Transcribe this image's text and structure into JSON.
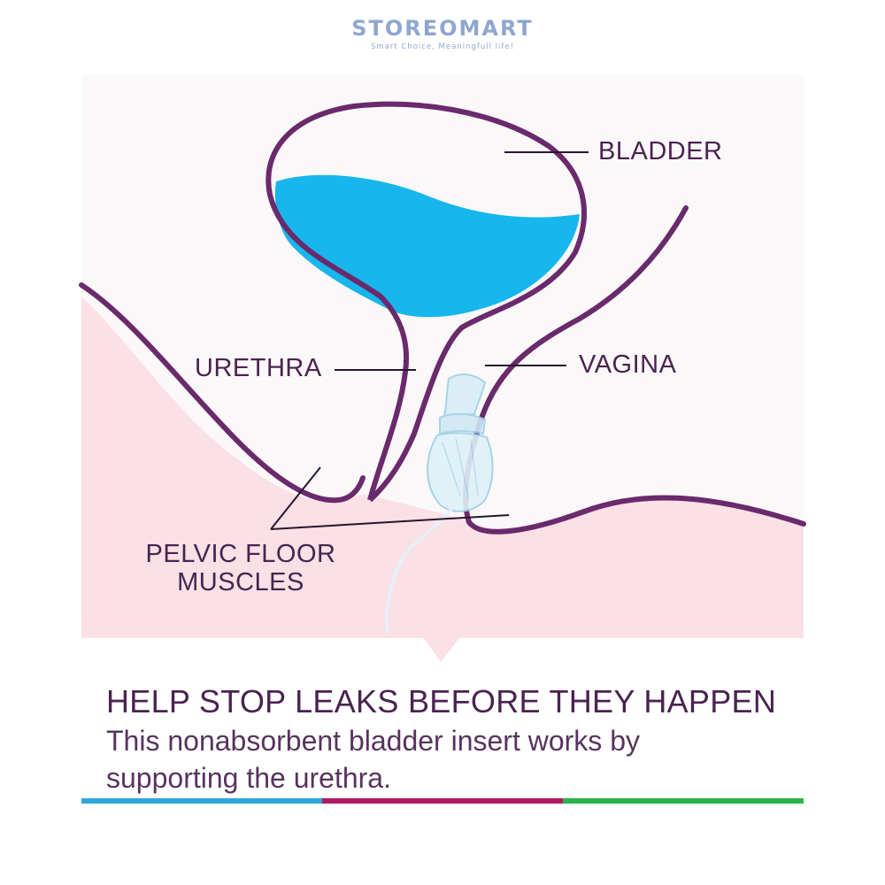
{
  "brand": {
    "name": "STOREOMART",
    "tagline": "Smart Choice, Meaningfull life!"
  },
  "diagram": {
    "labels": {
      "bladder": "BLADDER",
      "urethra": "URETHRA",
      "vagina": "VAGINA",
      "pelvic_floor_line1": "PELVIC FLOOR",
      "pelvic_floor_line2": "MUSCLES"
    }
  },
  "caption": {
    "headline": "HELP STOP LEAKS BEFORE THEY HAPPEN",
    "body": "This nonabsorbent bladder insert works by supporting the urethra."
  },
  "colors": {
    "outline": "#6a2a6c",
    "liquid": "#17b6ec",
    "tissue": "#fbe0e5",
    "bar_blue": "#2fa6dc",
    "bar_magenta": "#b01a63",
    "bar_green": "#2ab34b"
  }
}
